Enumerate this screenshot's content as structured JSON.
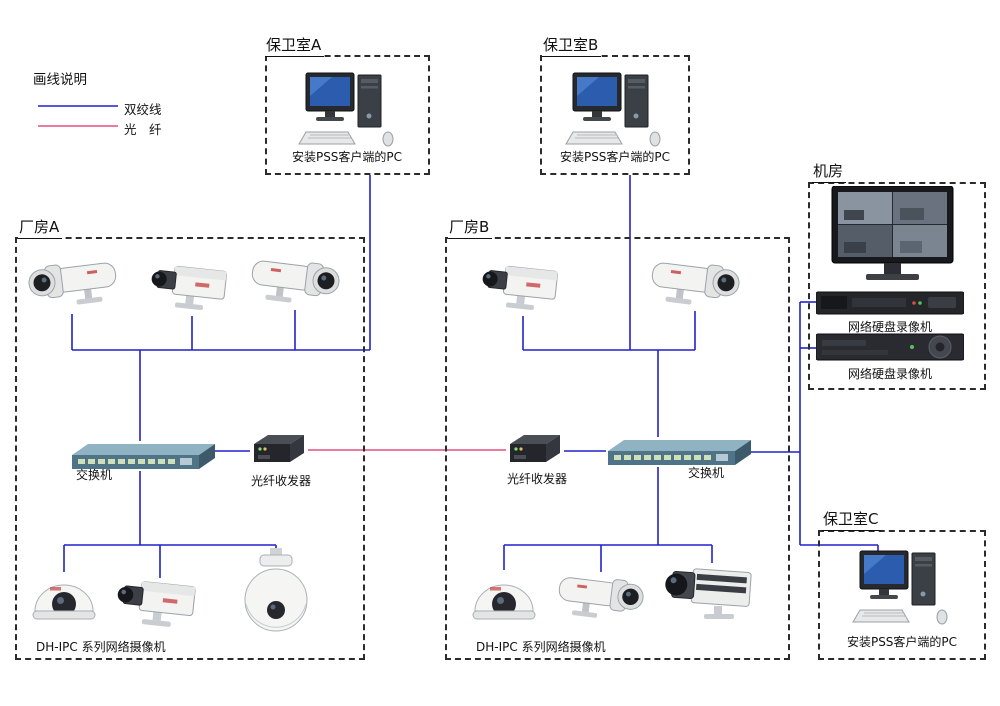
{
  "colors": {
    "twisted_pair": "#2121cc",
    "fiber": "#e2507a"
  },
  "legend": {
    "title": "画线说明",
    "twisted_label": "双绞线",
    "fiber_label": "光　纤"
  },
  "zones": {
    "guard_a": {
      "title": "保卫室A",
      "pc_label": "安装PSS客户端的PC"
    },
    "guard_b": {
      "title": "保卫室B",
      "pc_label": "安装PSS客户端的PC"
    },
    "guard_c": {
      "title": "保卫室C",
      "pc_label": "安装PSS客户端的PC"
    },
    "factory_a": {
      "title": "厂房A",
      "switch_label": "交换机",
      "transceiver_label": "光纤收发器",
      "cameras_label": "DH-IPC 系列网络摄像机"
    },
    "factory_b": {
      "title": "厂房B",
      "switch_label": "交换机",
      "transceiver_label": "光纤收发器",
      "cameras_label": "DH-IPC 系列网络摄像机"
    },
    "server_room": {
      "title": "机房",
      "nvr1_label": "网络硬盘录像机",
      "nvr2_label": "网络硬盘录像机"
    }
  },
  "device_types": {
    "pc": "pc-workstation",
    "bullet": "bullet-camera",
    "box": "box-camera",
    "dome": "dome-camera",
    "ptz": "ptz-dome-camera",
    "switch": "network-switch",
    "transceiver": "fiber-transceiver",
    "nvr": "network-video-recorder",
    "monitor": "surveillance-monitor"
  }
}
